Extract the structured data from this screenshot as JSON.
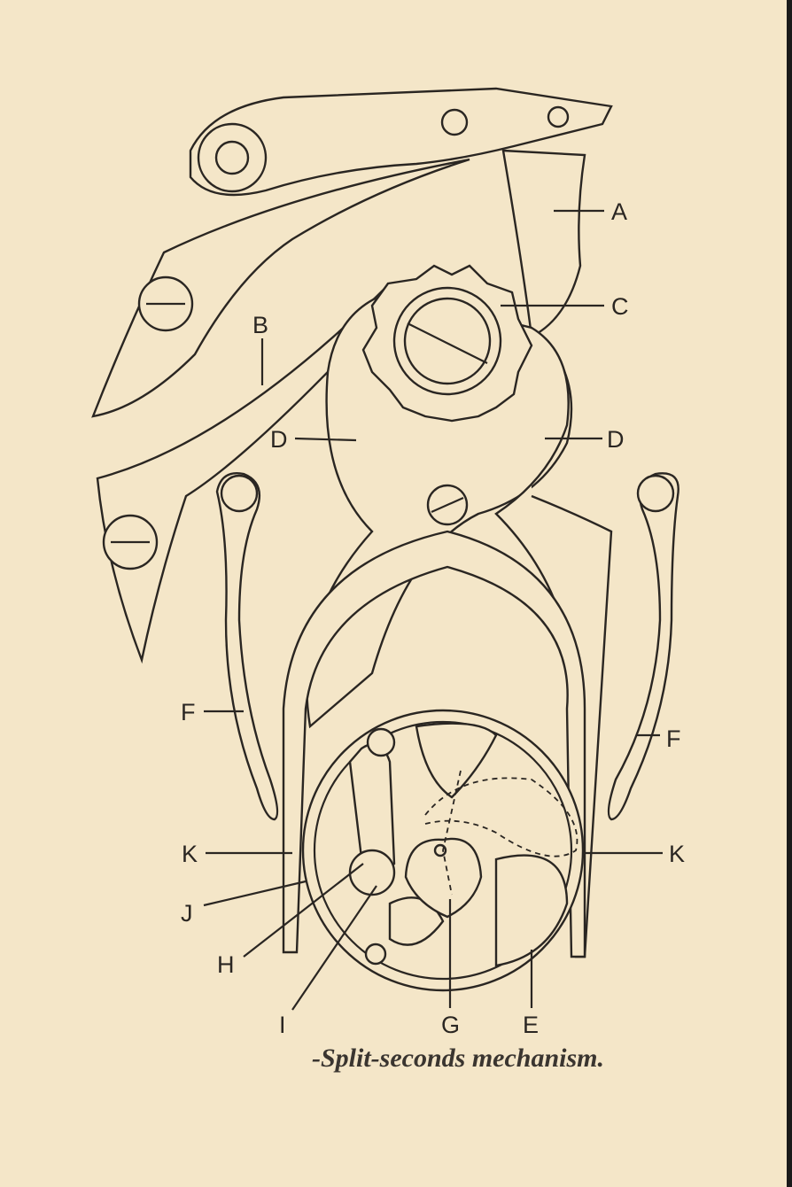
{
  "caption": "-Split-seconds mechanism.",
  "labels": {
    "A": "A",
    "B": "B",
    "C": "C",
    "D_left": "D",
    "D_right": "D",
    "F_left": "F",
    "F_right": "F",
    "K_left": "K",
    "K_right": "K",
    "J": "J",
    "H": "H",
    "I": "I",
    "G": "G",
    "E": "E"
  }
}
